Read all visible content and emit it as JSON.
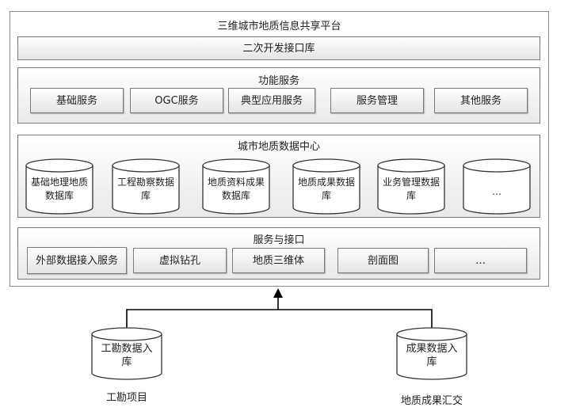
{
  "platform": {
    "title": "三维城市地质信息共享平台"
  },
  "api_library": {
    "label": "二次开发接口库"
  },
  "function_services": {
    "title": "功能服务",
    "items": [
      "基础服务",
      "OGC服务",
      "典型应用服务",
      "服务管理",
      "其他服务"
    ]
  },
  "data_center": {
    "title": "城市地质数据中心",
    "databases": [
      "基础地理地质数据库",
      "工程勘察数据库",
      "地质资料成果数据库",
      "地质成果数据库",
      "业务管理数据库",
      "…"
    ]
  },
  "services_interfaces": {
    "title": "服务与接口",
    "items": [
      "外部数据接入服务",
      "虚拟钻孔",
      "地质三维体",
      "剖面图",
      "…"
    ]
  },
  "inputs": [
    {
      "db_label": "工勘数据入库",
      "caption": "工勘项目"
    },
    {
      "db_label": "成果数据入库",
      "caption": "地质成果汇交"
    }
  ]
}
